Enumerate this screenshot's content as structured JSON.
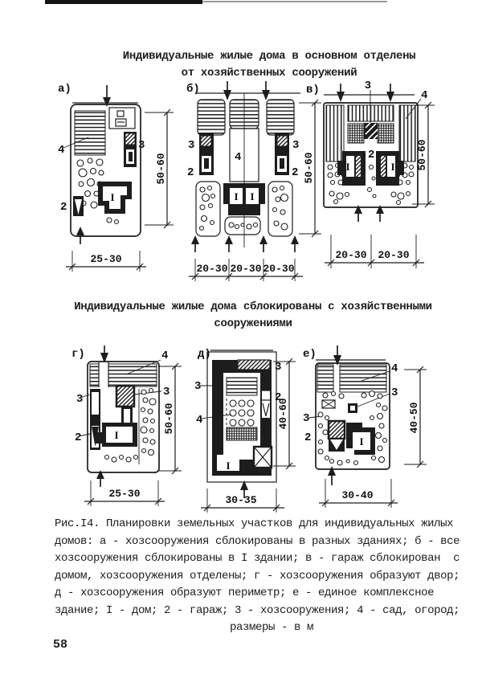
{
  "page_number": "58",
  "heading_top": {
    "line1": "Индивидуальные жилые дома в основном отделены",
    "line2": "от хозяйственных сооружений"
  },
  "heading_middle": {
    "line1": "Индивидуальные жилые дома сблокированы с хозяйственными",
    "line2": "сооружениями"
  },
  "figures": {
    "a": {
      "label": "а)",
      "width_dim": "25-30",
      "height_dim": "50-60",
      "marks": {
        "house": "I",
        "garage": "2",
        "outbuilding": "3",
        "garden": "4"
      }
    },
    "b": {
      "label": "б)",
      "width_dims": [
        "20-30",
        "20-30",
        "20-30"
      ],
      "height_dim": "50-60",
      "marks": {
        "house_left": "I",
        "house_right": "I",
        "garage_left": "2",
        "garage_right": "2",
        "outbuilding_left": "3",
        "outbuilding_right": "3",
        "garden": "4"
      }
    },
    "v": {
      "label": "в)",
      "width_dims": [
        "20-30",
        "20-30"
      ],
      "height_dim": "50-60",
      "marks": {
        "house_left": "I",
        "house_right": "I",
        "garage": "2",
        "outbuilding": "3",
        "garden": "4"
      }
    },
    "g": {
      "label": "г)",
      "width_dim": "25-30",
      "height_dim": "50-60",
      "marks": {
        "house": "I",
        "garage": "2",
        "outbuilding_left": "3",
        "outbuilding_right": "3",
        "garden": "4"
      }
    },
    "d": {
      "label": "д)",
      "width_dim": "30-35",
      "height_dim": "40-60",
      "marks": {
        "house": "I",
        "garage": "2",
        "outbuilding_left": "3",
        "outbuilding_right": "3",
        "garden": "4"
      }
    },
    "e": {
      "label": "е)",
      "width_dim": "30-40",
      "height_dim": "40-50",
      "marks": {
        "house": "I",
        "garage": "2",
        "outbuilding_left": "3",
        "outbuilding_right": "3",
        "garden": "4"
      }
    }
  },
  "caption": {
    "lines": [
      "Рис.I4. Планировки земельных участков для индивидуальных жилых",
      "домов: а - хозсооружения сблокированы в разных зданиях; б - все",
      "хозсооружения сблокированы в I здании; в - гараж сблокирован  с",
      "домом, хозсооружения отделены; г - хозсооружения образуют двор;",
      "д - хозсооружения образуют периметр; е - единое комплексное",
      "здание; I - дом; 2 - гараж; 3 - хозсооружения; 4 - сад, огород;",
      "размеры - в м"
    ]
  }
}
